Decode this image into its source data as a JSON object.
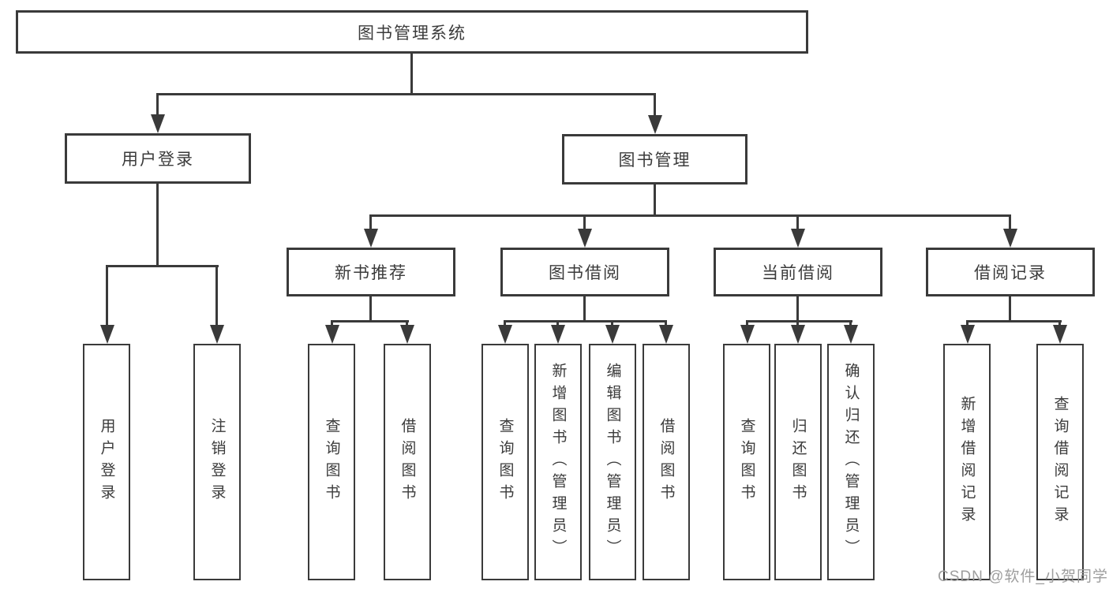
{
  "diagram_title": "图书管理系统",
  "branches": {
    "level2": [
      {
        "label": "用户登录"
      },
      {
        "label": "图书管理"
      }
    ],
    "level3": [
      {
        "label": "新书推荐"
      },
      {
        "label": "图书借阅"
      },
      {
        "label": "当前借阅"
      },
      {
        "label": "借阅记录"
      }
    ],
    "leaves": [
      {
        "label": "用户登录"
      },
      {
        "label": "注销登录"
      },
      {
        "label": "查询图书"
      },
      {
        "label": "借阅图书"
      },
      {
        "label": "查询图书"
      },
      {
        "label": "新增图书（管理员）"
      },
      {
        "label": "编辑图书（管理员）"
      },
      {
        "label": "借阅图书"
      },
      {
        "label": "查询图书"
      },
      {
        "label": "归还图书"
      },
      {
        "label": "确认归还（管理员）"
      },
      {
        "label": "新增借阅记录"
      },
      {
        "label": "查询借阅记录"
      }
    ]
  },
  "watermark": "CSDN @软件_小贺同学",
  "colors": {
    "line": "#3a3a3a",
    "text": "#3b3b3b",
    "watermark": "#9e9e9e",
    "background": "#ffffff"
  }
}
